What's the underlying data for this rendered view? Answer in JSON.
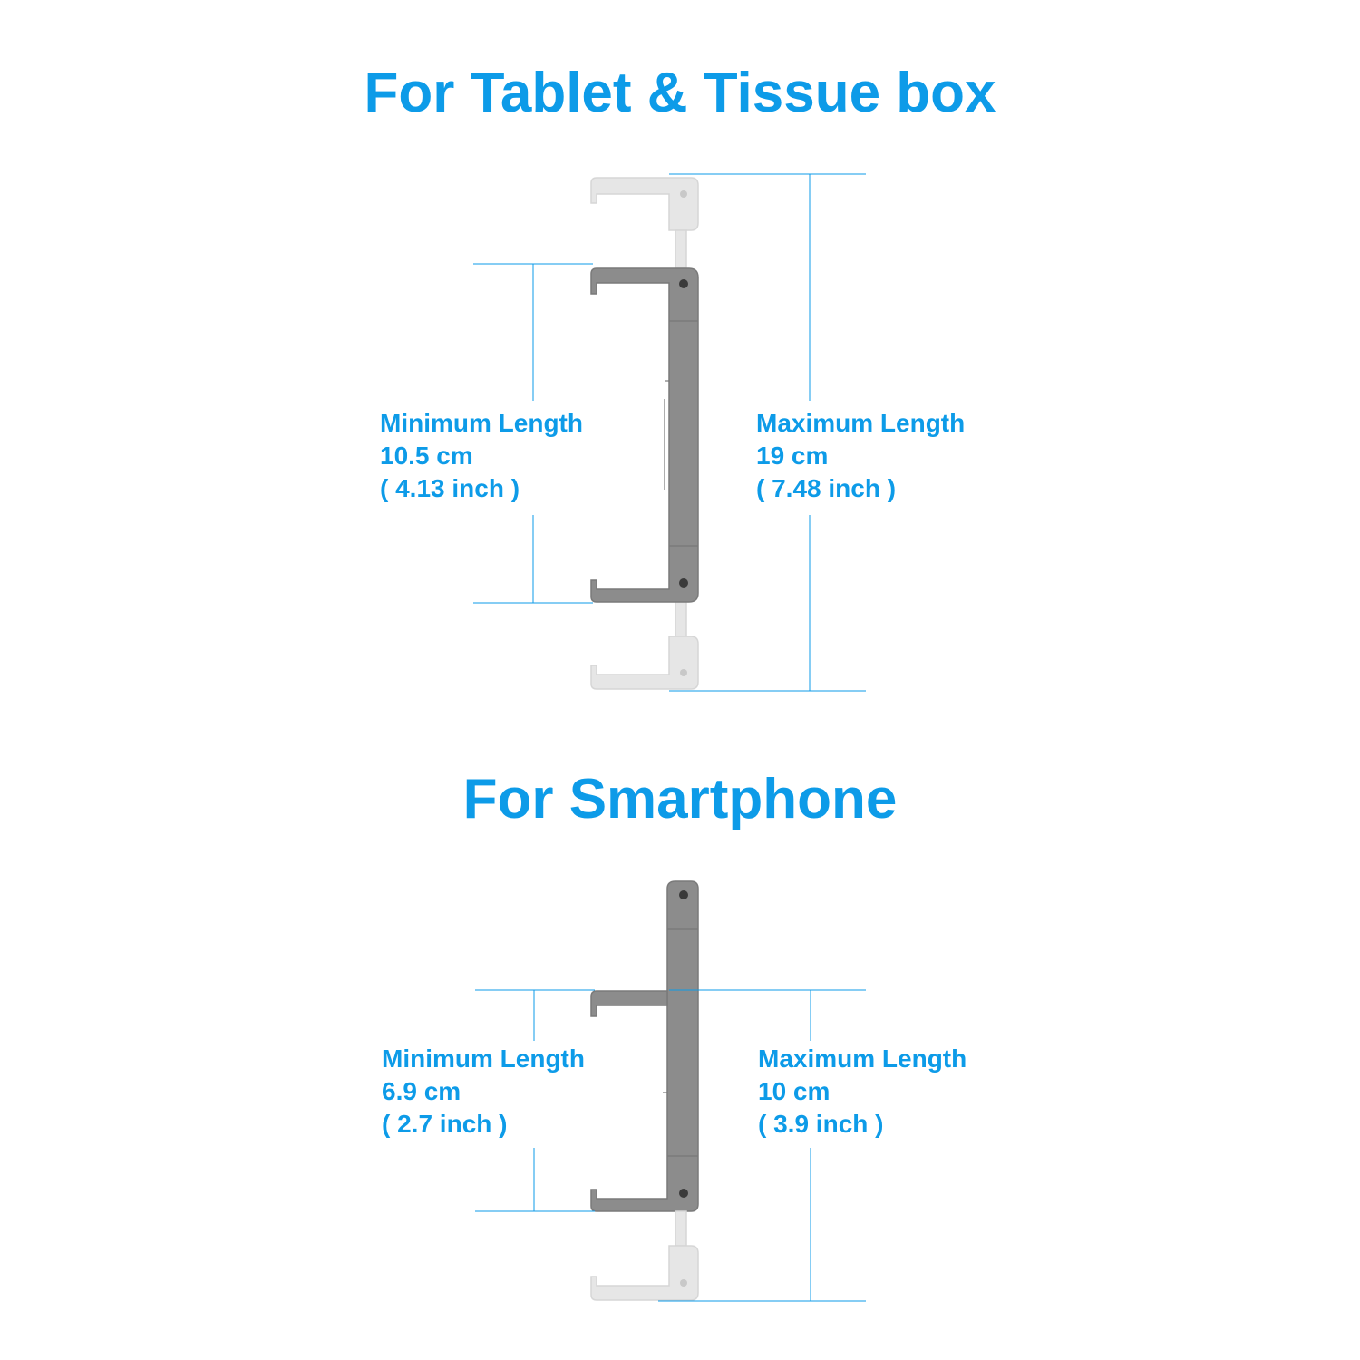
{
  "colors": {
    "accent": "#0d9be8",
    "holder_dark": "#8c8c8c",
    "holder_light": "#e6e6e6"
  },
  "sections": [
    {
      "title": "For Tablet & Tissue box",
      "minimum": {
        "label": "Minimum Length",
        "metric": "10.5 cm",
        "imperial": "( 4.13 inch )"
      },
      "maximum": {
        "label": "Maximum Length",
        "metric": "19 cm",
        "imperial": "( 7.48 inch )"
      }
    },
    {
      "title": "For Smartphone",
      "minimum": {
        "label": "Minimum Length",
        "metric": "6.9 cm",
        "imperial": "( 2.7 inch )"
      },
      "maximum": {
        "label": "Maximum Length",
        "metric": "10 cm",
        "imperial": "( 3.9 inch )"
      }
    }
  ]
}
